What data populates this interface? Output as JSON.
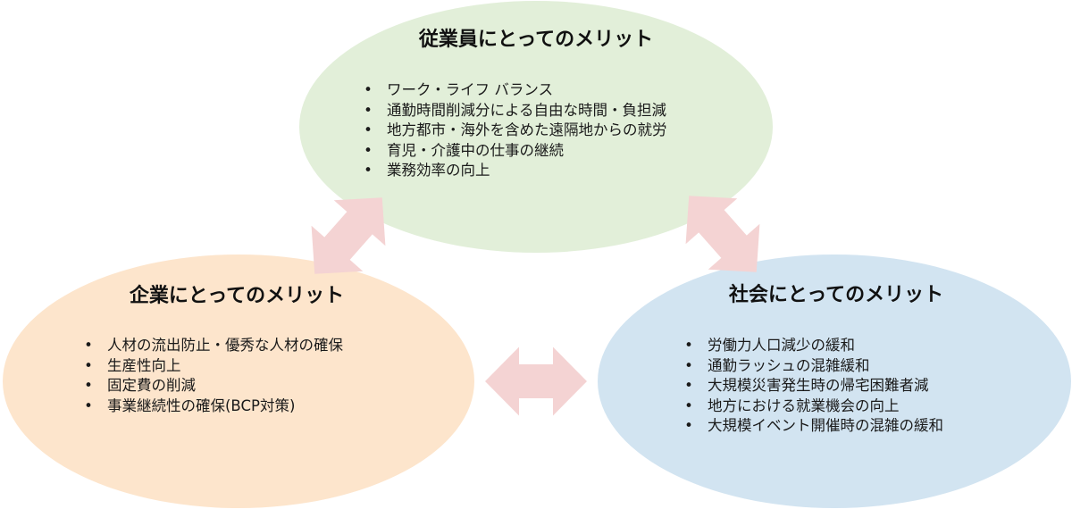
{
  "colors": {
    "employee_fill": "#e2efd9",
    "company_fill": "#fde5cc",
    "society_fill": "#d2e4f1",
    "arrow_fill": "#f4d3d3"
  },
  "bullet_glyph": "•",
  "employee": {
    "title": "従業員にとってのメリット",
    "items": [
      "ワーク・ライフ バランス",
      "通勤時間削減分による自由な時間・負担減",
      "地方都市・海外を含めた遠隔地からの就労",
      "育児・介護中の仕事の継続",
      "業務効率の向上"
    ]
  },
  "company": {
    "title": "企業にとってのメリット",
    "items": [
      "人材の流出防止・優秀な人材の確保",
      "生産性向上",
      "固定費の削減",
      "事業継続性の確保(BCP対策)"
    ]
  },
  "society": {
    "title": "社会にとってのメリット",
    "items": [
      "労働力人口減少の緩和",
      "通勤ラッシュの混雑緩和",
      "大規模災害発生時の帰宅困難者減",
      "地方における就業機会の向上",
      "大規模イベント開催時の混雑の緩和"
    ]
  },
  "arrows": [
    {
      "name": "employee-company",
      "type": "double-headed"
    },
    {
      "name": "employee-society",
      "type": "double-headed"
    },
    {
      "name": "company-society",
      "type": "double-headed"
    }
  ]
}
